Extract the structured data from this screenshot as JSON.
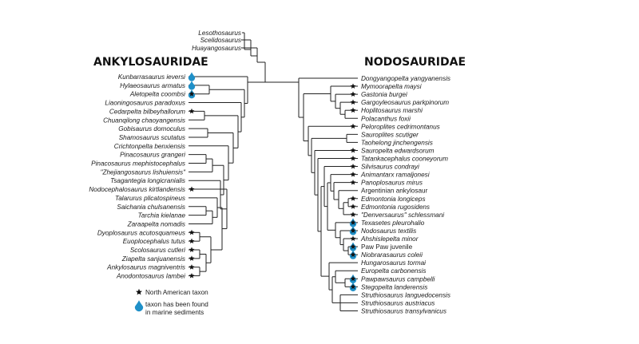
{
  "headings": {
    "left": "ANKYLOSAURIDAE",
    "right": "NODOSAURIDAE"
  },
  "colors": {
    "marine": "#1f90c8",
    "star": "#111111",
    "branch": "#222222"
  },
  "outgroup": [
    {
      "name": "Lesothosaurus",
      "italic": true
    },
    {
      "name": "Scelidosaurus",
      "italic": true
    },
    {
      "name": "Huayangosaurus",
      "italic": true
    }
  ],
  "ankylosauridae": [
    {
      "name": "Kunbarrasaurus ieversi",
      "italic": true,
      "north_american": false,
      "marine": true
    },
    {
      "name": "Hylaeosaurus armatus",
      "italic": true,
      "north_american": false,
      "marine": true
    },
    {
      "name": "Aletopelta coombsi",
      "italic": true,
      "north_american": true,
      "marine": true
    },
    {
      "name": "Liaoningosaurus paradoxus",
      "italic": true,
      "north_american": false,
      "marine": false
    },
    {
      "name": "Cedarpelta bilbeyhallorum",
      "italic": true,
      "north_american": true,
      "marine": false
    },
    {
      "name": "Chuanqilong chaoyangensis",
      "italic": true,
      "north_american": false,
      "marine": false
    },
    {
      "name": "Gobisaurus domoculus",
      "italic": true,
      "north_american": false,
      "marine": false
    },
    {
      "name": "Shamosaurus scutatus",
      "italic": true,
      "north_american": false,
      "marine": false
    },
    {
      "name": "Crichtonpelta benxiensis",
      "italic": true,
      "north_american": false,
      "marine": false
    },
    {
      "name": "Pinacosaurus grangeri",
      "italic": true,
      "north_american": false,
      "marine": false
    },
    {
      "name": "Pinacosaurus mephistocephalus",
      "italic": true,
      "north_american": false,
      "marine": false
    },
    {
      "name": "\"Zhejiangosaurus lishuiensis\"",
      "italic": true,
      "north_american": false,
      "marine": false
    },
    {
      "name": "Tsagantegia longicranialis",
      "italic": true,
      "north_american": false,
      "marine": false
    },
    {
      "name": "Nodocephalosaurus kirtlandensis",
      "italic": true,
      "north_american": true,
      "marine": false
    },
    {
      "name": "Talarurus plicatospineus",
      "italic": true,
      "north_american": false,
      "marine": false
    },
    {
      "name": "Saichania chulsanensis",
      "italic": true,
      "north_american": false,
      "marine": false
    },
    {
      "name": "Tarchia kielanae",
      "italic": true,
      "north_american": false,
      "marine": false
    },
    {
      "name": "Zaraapelta nomadis",
      "italic": true,
      "north_american": false,
      "marine": false
    },
    {
      "name": "Dyoplosaurus acutosquameus",
      "italic": true,
      "north_american": true,
      "marine": false
    },
    {
      "name": "Euoplocephalus tutus",
      "italic": true,
      "north_american": true,
      "marine": false
    },
    {
      "name": "Scolosaurus cutleri",
      "italic": true,
      "north_american": true,
      "marine": false
    },
    {
      "name": "Ziapelta sanjuanensis",
      "italic": true,
      "north_american": true,
      "marine": false
    },
    {
      "name": "Ankylosaurus magniventris",
      "italic": true,
      "north_american": true,
      "marine": false
    },
    {
      "name": "Anodontosaurus lambei",
      "italic": true,
      "north_american": true,
      "marine": false
    }
  ],
  "nodosauridae": [
    {
      "name": "Dongyangopelta yangyanensis",
      "italic": true,
      "north_american": false,
      "marine": false
    },
    {
      "name": "Mymoorapelta maysi",
      "italic": true,
      "north_american": true,
      "marine": false
    },
    {
      "name": "Gastonia burgei",
      "italic": true,
      "north_american": true,
      "marine": false
    },
    {
      "name": "Gargoyleosaurus parkpinorum",
      "italic": true,
      "north_american": true,
      "marine": false
    },
    {
      "name": "Hoplitosaurus marshi",
      "italic": true,
      "north_american": true,
      "marine": false
    },
    {
      "name": "Polacanthus foxii",
      "italic": true,
      "north_american": false,
      "marine": false
    },
    {
      "name": "Peloroplites cedrimontanus",
      "italic": true,
      "north_american": true,
      "marine": false
    },
    {
      "name": "Sauroplites scutiger",
      "italic": true,
      "north_american": false,
      "marine": false
    },
    {
      "name": "Taohelong jinchengensis",
      "italic": true,
      "north_american": false,
      "marine": false
    },
    {
      "name": "Sauropelta edwardsorum",
      "italic": true,
      "north_american": true,
      "marine": false
    },
    {
      "name": "Tatankacephalus cooneyorum",
      "italic": true,
      "north_american": true,
      "marine": false
    },
    {
      "name": "Silvisaurus condrayi",
      "italic": true,
      "north_american": true,
      "marine": false
    },
    {
      "name": "Animantarx ramaljonesi",
      "italic": true,
      "north_american": true,
      "marine": false
    },
    {
      "name": "Panoplosaurus mirus",
      "italic": true,
      "north_american": true,
      "marine": false
    },
    {
      "name": "Argentinian ankylosaur",
      "italic": false,
      "north_american": false,
      "marine": false
    },
    {
      "name": "Edmontonia longiceps",
      "italic": true,
      "north_american": true,
      "marine": false
    },
    {
      "name": "Edmontonia rugosidens",
      "italic": true,
      "north_american": true,
      "marine": false
    },
    {
      "name": "\"Denversaurus\" schlessmani",
      "italic": true,
      "north_american": true,
      "marine": false
    },
    {
      "name": "Texasetes pleurohalio",
      "italic": true,
      "north_american": true,
      "marine": true
    },
    {
      "name": "Nodosaurus textilis",
      "italic": true,
      "north_american": true,
      "marine": true
    },
    {
      "name": "Ahshislepelta minor",
      "italic": true,
      "north_american": true,
      "marine": false
    },
    {
      "name": "Paw Paw juvenile",
      "italic": false,
      "north_american": true,
      "marine": true
    },
    {
      "name": "Niobrarasaurus coleii",
      "italic": true,
      "north_american": true,
      "marine": true
    },
    {
      "name": "Hungarosaurus tormai",
      "italic": true,
      "north_american": false,
      "marine": false
    },
    {
      "name": "Europelta carbonensis",
      "italic": true,
      "north_american": false,
      "marine": false
    },
    {
      "name": "Pawpawsaurus campbelli",
      "italic": true,
      "north_american": true,
      "marine": true
    },
    {
      "name": "Stegopelta landerensis",
      "italic": true,
      "north_american": true,
      "marine": true
    },
    {
      "name": "Struthiosaurus languedocensis",
      "italic": true,
      "north_american": false,
      "marine": false
    },
    {
      "name": "Struthiosaurus austriacus",
      "italic": true,
      "north_american": false,
      "marine": false
    },
    {
      "name": "Struthiosaurus transylvanicus",
      "italic": true,
      "north_american": false,
      "marine": false
    }
  ],
  "legend": {
    "star_label": "North American taxon",
    "drop_label_line1": "taxon has been found",
    "drop_label_line2": "in marine sediments"
  }
}
